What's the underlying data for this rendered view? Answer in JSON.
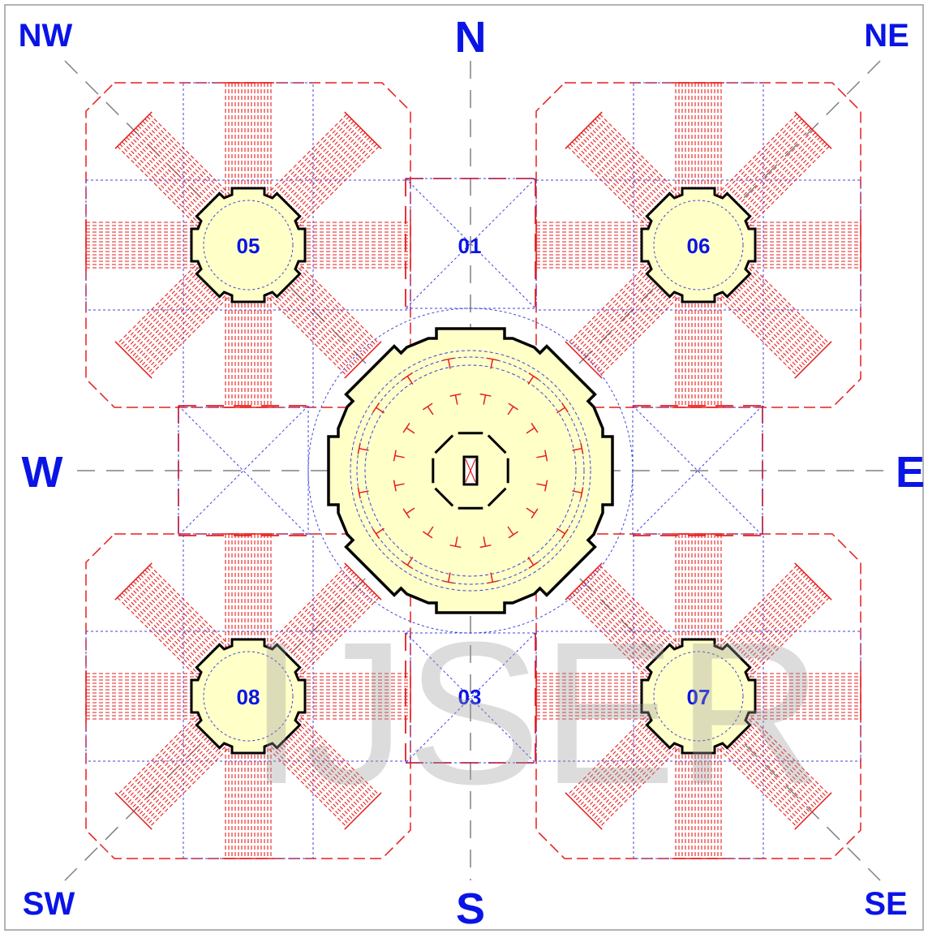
{
  "compass": {
    "north": "N",
    "south": "S",
    "east": "E",
    "west": "W",
    "northwest": "NW",
    "northeast": "NE",
    "southwest": "SW",
    "southeast": "SE"
  },
  "zones": {
    "north_center": "01",
    "south_center": "03",
    "northwest_pavilion": "05",
    "northeast_pavilion": "06",
    "southeast_pavilion": "07",
    "southwest_pavilion": "08"
  },
  "watermark": "IJSER",
  "colors": {
    "label": "#0a14e6",
    "red_lines": "#e61e1e",
    "blue_lines": "#4040e0",
    "axis_lines": "#808080",
    "fill": "#ffffc8",
    "outline": "#000000"
  }
}
